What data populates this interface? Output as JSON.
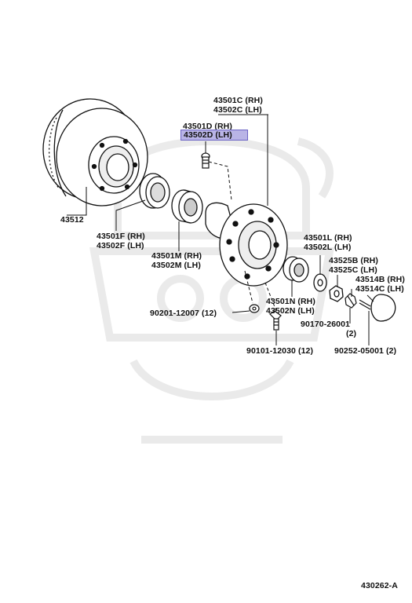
{
  "labels": {
    "p43501C": "43501C (RH)",
    "p43502C": "43502C (LH)",
    "p43501D": "43501D (RH)",
    "p43502D": "43502D (LH)",
    "p43512": "43512",
    "p43501F": "43501F (RH)",
    "p43502F": "43502F (LH)",
    "p43501M": "43501M (RH)",
    "p43502M": "43502M (LH)",
    "p43501L": "43501L (RH)",
    "p43502L": "43502L (LH)",
    "p43525B": "43525B (RH)",
    "p43525C": "43525C (LH)",
    "p43514B": "43514B (RH)",
    "p43514C": "43514C (LH)",
    "p43501N": "43501N (RH)",
    "p43502N": "43502N (LH)",
    "p90201": "90201-12007 (12)",
    "p90170": "90170-26001",
    "p90170q": "(2)",
    "p90101": "90101-12030 (12)",
    "p90252": "90252-05001 (2)",
    "diagram_no": "430262-A"
  },
  "highlight_color": "#b9b4e6"
}
